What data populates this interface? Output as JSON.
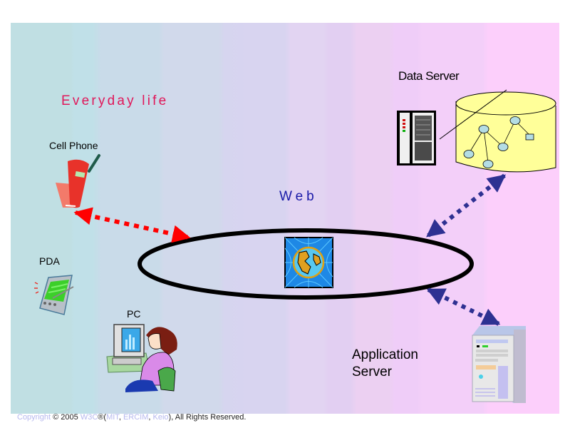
{
  "diagram": {
    "heading": "Everyday life",
    "center_label": "Web",
    "nodes": [
      {
        "id": "cell-phone",
        "label": "Cell Phone"
      },
      {
        "id": "pda",
        "label": "PDA"
      },
      {
        "id": "pc",
        "label": "PC"
      },
      {
        "id": "data-server",
        "label": "Data Server"
      },
      {
        "id": "application-server",
        "label_line1": "Application",
        "label_line2": "Server"
      }
    ],
    "connections": [
      {
        "from": "cell-phone",
        "to": "web",
        "style": "dotted-double-arrow",
        "color": "#ff0000"
      },
      {
        "from": "data-server",
        "to": "web",
        "style": "dotted-double-arrow",
        "color": "#2e3192"
      },
      {
        "from": "application-server",
        "to": "web",
        "style": "dotted-double-arrow",
        "color": "#2e3192"
      }
    ],
    "icons": {
      "web": "globe-web-icon",
      "data_store": "database-cylinder-icon",
      "data_server_unit": "server-rack-icon",
      "application_server_unit": "server-tower-icon",
      "cell_phone": "cell-phone-icon",
      "pda": "pda-icon",
      "pc": "person-at-computer-icon"
    },
    "colors": {
      "heading": "#e0185a",
      "center_label": "#1a1aa8",
      "web_ring": "#000000",
      "database_fill": "#ffff99",
      "graph_node_fill": "#b4dde4"
    }
  },
  "footer": {
    "copyright_word": "Copyright",
    "symbol_year": "© 2005",
    "org": "W3C",
    "reg": "®",
    "open_paren": "(",
    "member1": "MIT",
    "sep": ", ",
    "member2": "ERCIM",
    "member3": "Keio",
    "close": "),",
    "rights": "All Rights Reserved."
  }
}
